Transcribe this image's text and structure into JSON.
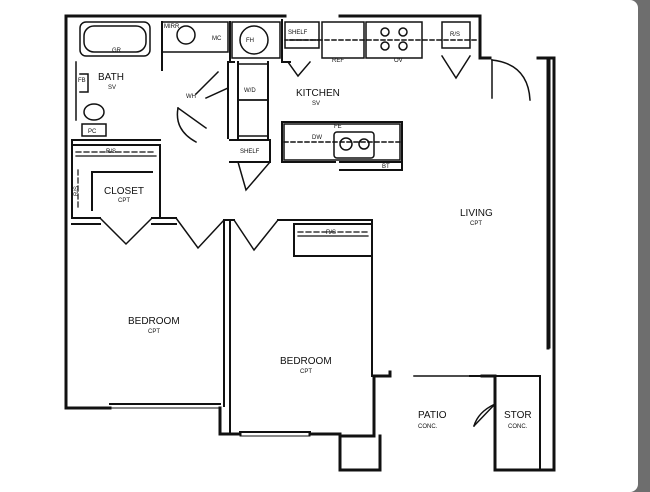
{
  "rooms": {
    "bath": {
      "name": "BATH",
      "floor": "SV"
    },
    "kitchen": {
      "name": "KITCHEN",
      "floor": "SV"
    },
    "closet": {
      "name": "CLOSET",
      "floor": "CPT"
    },
    "living": {
      "name": "LIVING",
      "floor": "CPT"
    },
    "bedroom1": {
      "name": "BEDROOM",
      "floor": "CPT"
    },
    "bedroom2": {
      "name": "BEDROOM",
      "floor": "CPT"
    },
    "patio": {
      "name": "PATIO",
      "floor": "CONC."
    },
    "storage": {
      "name": "STOR",
      "floor": "CONC."
    }
  },
  "fixtures": {
    "mirror": "MIRR",
    "medicine_cabinet": "MC",
    "tub": "GR",
    "water_heater": "FH",
    "shelf_top": "SHELF",
    "shelf_mid": "SHELF",
    "refrigerator": "REF",
    "oven": "OV",
    "rs_kitchen": "R/S",
    "washer_dryer": "W/D",
    "hvac": "FB",
    "pedestal": "PC",
    "dishwasher": "DW",
    "fe": "FE",
    "bt": "BT",
    "rs_closet": "R/S",
    "rs_closet_side": "R/S",
    "rs_bedroom2": "R/S",
    "wh": "WH"
  }
}
